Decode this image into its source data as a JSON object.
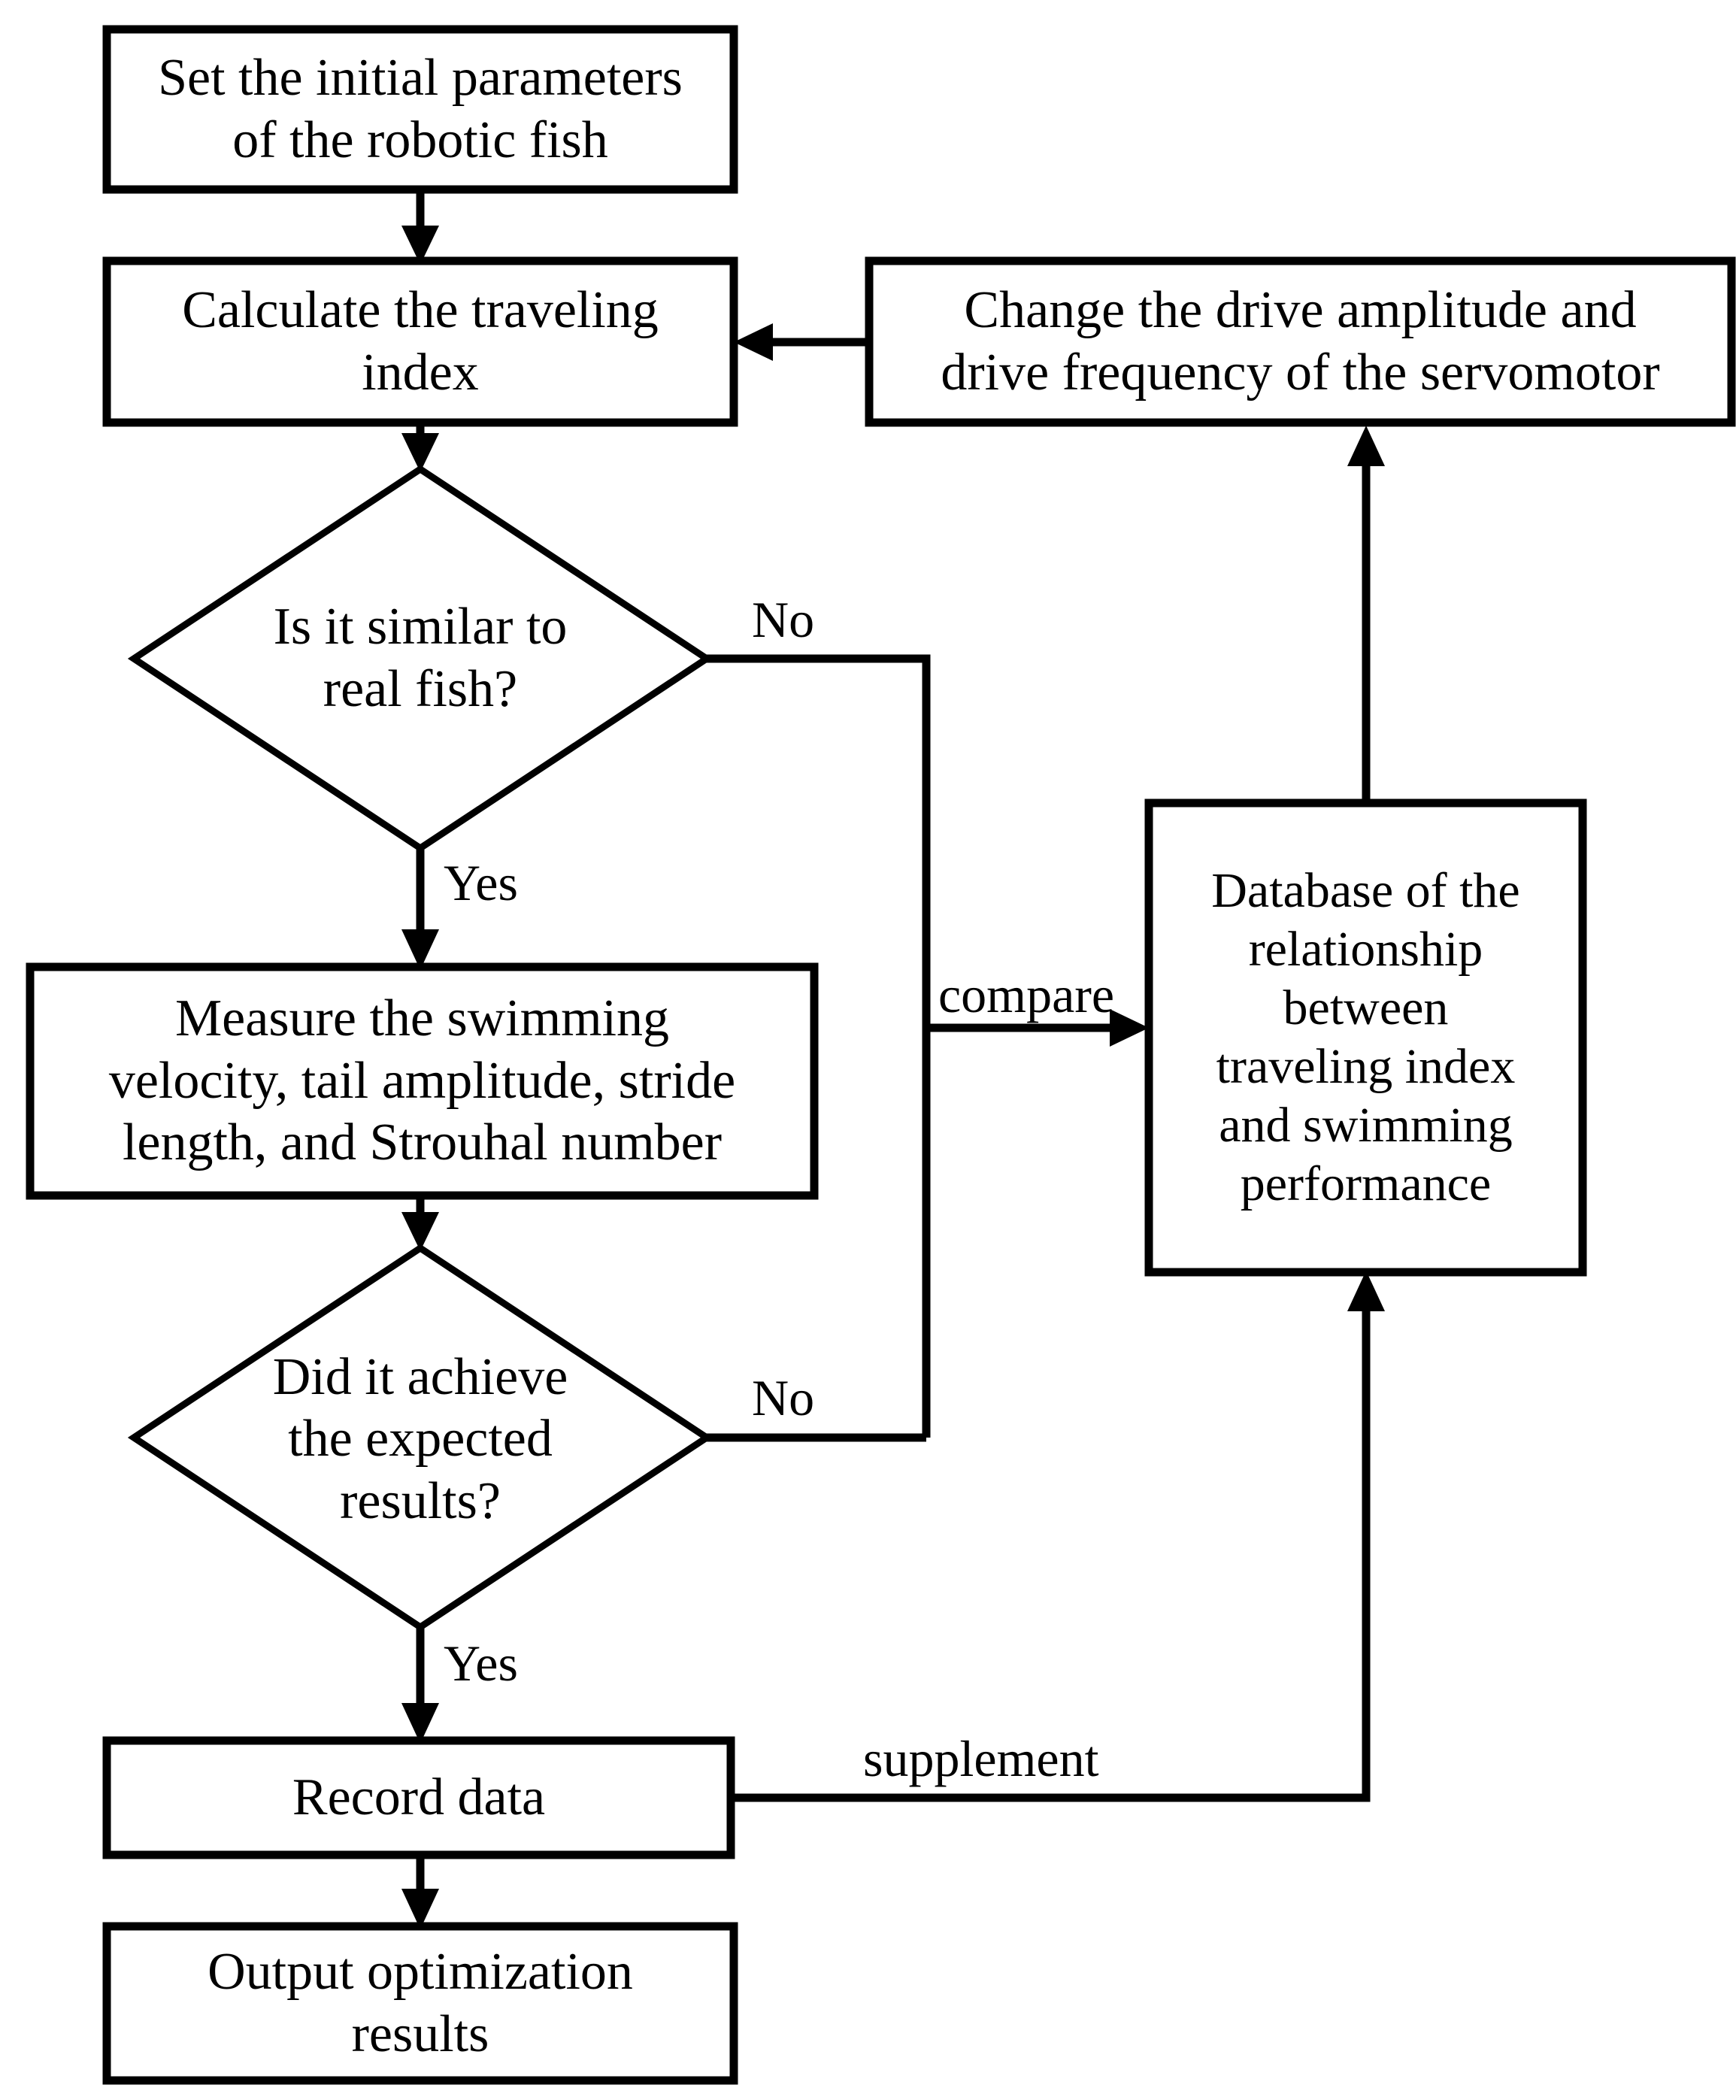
{
  "diagram": {
    "title": "Robotic fish traveling index optimization flowchart",
    "type": "flowchart",
    "colors": {
      "background": "#ffffff",
      "stroke": "#000000",
      "fill": "#ffffff",
      "text": "#000000"
    },
    "nodes": [
      {
        "id": "set-initial-parameters",
        "shape": "rectangle",
        "label": "Set the initial parameters\nof the robotic fish"
      },
      {
        "id": "calculate-traveling-index",
        "shape": "rectangle",
        "label": "Calculate the traveling\nindex"
      },
      {
        "id": "change-drive-amplitude",
        "shape": "rectangle",
        "label": "Change the drive amplitude and\ndrive frequency of the servomotor"
      },
      {
        "id": "is-it-similar-to-real-fish",
        "shape": "diamond",
        "label": "Is it similar to\nreal fish?"
      },
      {
        "id": "measure-swimming",
        "shape": "rectangle",
        "label": "Measure the swimming\nvelocity, tail amplitude, stride\nlength, and Strouhal number"
      },
      {
        "id": "database-relationship",
        "shape": "rectangle",
        "label": "Database of the\nrelationship\nbetween\ntraveling index\nand swimming\nperformance"
      },
      {
        "id": "did-it-achieve-expected-results",
        "shape": "diamond",
        "label": "Did it achieve\nthe expected\nresults?"
      },
      {
        "id": "record-data",
        "shape": "rectangle",
        "label": "Record data"
      },
      {
        "id": "output-optimization-results",
        "shape": "rectangle",
        "label": "Output optimization\nresults"
      }
    ],
    "edge_labels": {
      "no_similar": "No",
      "yes_similar": "Yes",
      "no_expected": "No",
      "yes_expected": "Yes",
      "compare": "compare",
      "supplement": "supplement"
    },
    "edges": [
      {
        "id": "e1",
        "from": "set-initial-parameters",
        "to": "calculate-traveling-index",
        "label": ""
      },
      {
        "id": "e2",
        "from": "calculate-traveling-index",
        "to": "is-it-similar-to-real-fish",
        "label": ""
      },
      {
        "id": "e3",
        "from": "is-it-similar-to-real-fish",
        "to": "measure-swimming",
        "label": "Yes"
      },
      {
        "id": "e4",
        "from": "is-it-similar-to-real-fish",
        "to": "database-relationship",
        "label": "No"
      },
      {
        "id": "e5",
        "from": "measure-swimming",
        "to": "did-it-achieve-expected-results",
        "label": ""
      },
      {
        "id": "e6",
        "from": "did-it-achieve-expected-results",
        "to": "database-relationship",
        "label": "No"
      },
      {
        "id": "e7",
        "from": "did-it-achieve-expected-results",
        "to": "record-data",
        "label": "Yes"
      },
      {
        "id": "e8",
        "from": "record-data",
        "to": "output-optimization-results",
        "label": ""
      },
      {
        "id": "e9",
        "from": "record-data",
        "to": "database-relationship",
        "label": "supplement"
      },
      {
        "id": "e10",
        "from": "database-relationship",
        "to": "change-drive-amplitude",
        "label": ""
      },
      {
        "id": "e11",
        "from": "change-drive-amplitude",
        "to": "calculate-traveling-index",
        "label": ""
      },
      {
        "id": "e12",
        "from": "branch-junction",
        "to": "database-relationship",
        "label": "compare"
      }
    ]
  }
}
